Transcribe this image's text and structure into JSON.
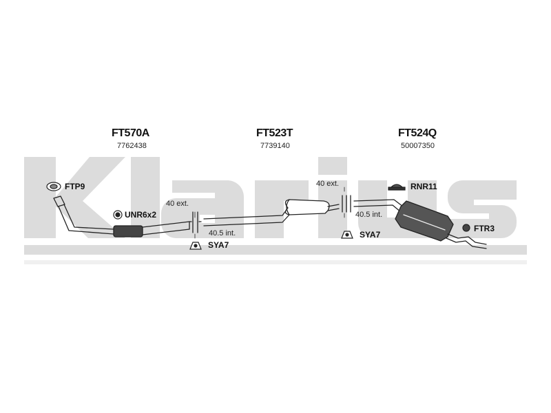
{
  "logo": {
    "text": "Klarius",
    "color": "#d9d9d9"
  },
  "parts": [
    {
      "code": "FT570A",
      "oem": "7762438"
    },
    {
      "code": "FT523T",
      "oem": "7739140"
    },
    {
      "code": "FT524Q",
      "oem": "50007350"
    }
  ],
  "labels": {
    "ftp9": "FTP9",
    "unr6x2": "UNR6x2",
    "sya7_a": "SYA7",
    "sya7_b": "SYA7",
    "rnr11": "RNR11",
    "ftr3": "FTR3"
  },
  "measurements": {
    "ext_1": "40 ext.",
    "int_1": "40.5 int.",
    "ext_2": "40 ext.",
    "int_2": "40.5 int."
  }
}
